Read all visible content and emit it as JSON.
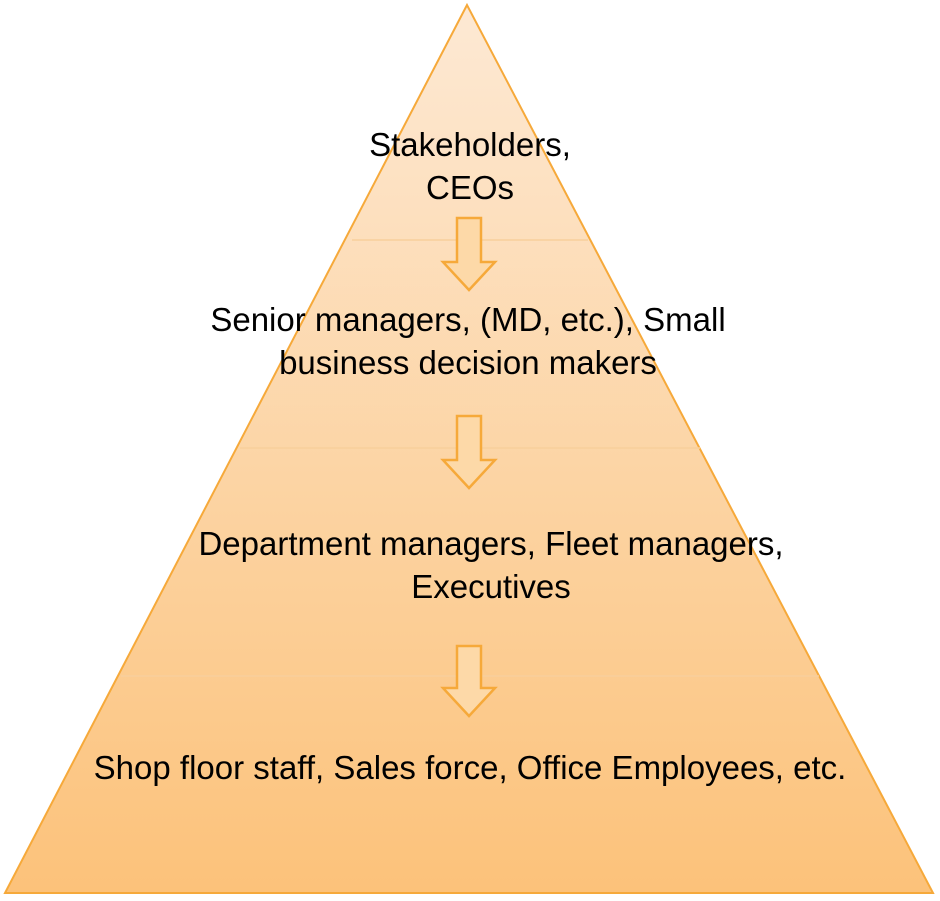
{
  "colors": {
    "fill_top": "#fde9d4",
    "fill_bottom": "#fcc27a",
    "outline": "#f6a93a",
    "arrow_fill": "#fdd9a8",
    "arrow_stroke": "#f6a93a",
    "divider": "#f8cf9c",
    "text": "#000000"
  },
  "levels": [
    {
      "line1": "Stakeholders,",
      "line2": "CEOs"
    },
    {
      "line1": "Senior managers, (MD, etc.), Small",
      "line2": "business decision makers"
    },
    {
      "line1": "Department managers, Fleet managers,",
      "line2": "Executives"
    },
    {
      "line1": "Shop floor staff, Sales force, Office Employees, etc.",
      "line2": ""
    }
  ],
  "arrows": [
    {
      "icon": "down-arrow-icon"
    },
    {
      "icon": "down-arrow-icon"
    },
    {
      "icon": "down-arrow-icon"
    }
  ]
}
